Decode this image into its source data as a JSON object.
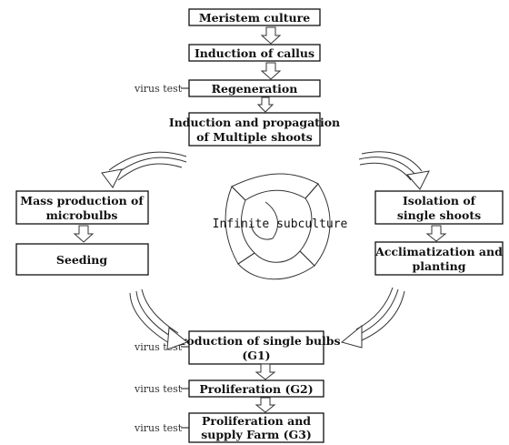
{
  "nodes": {
    "meristem": [
      "Meristem culture"
    ],
    "callus": [
      "Induction of callus"
    ],
    "regeneration": [
      "Regeneration"
    ],
    "multiple_shoots": [
      "Induction and propagation",
      "of Multiple shoots"
    ],
    "mass_production": [
      "Mass production of",
      "microbulbs"
    ],
    "seeding": [
      "Seeding"
    ],
    "isolation": [
      "Isolation of",
      "single shoots"
    ],
    "acclimatization": [
      "Acclimatization and",
      "planting"
    ],
    "single_bulbs": [
      "Production of single bulbs",
      "(G1)"
    ],
    "proliferation_g2": [
      "Proliferation (G2)"
    ],
    "proliferation_g3": [
      "Proliferation and",
      "supply Farm (G3)"
    ]
  },
  "virus_test_label": "virus test",
  "center_label": "Infinite subculture",
  "colors": {
    "stroke": "#111111",
    "fill": "#ffffff"
  }
}
